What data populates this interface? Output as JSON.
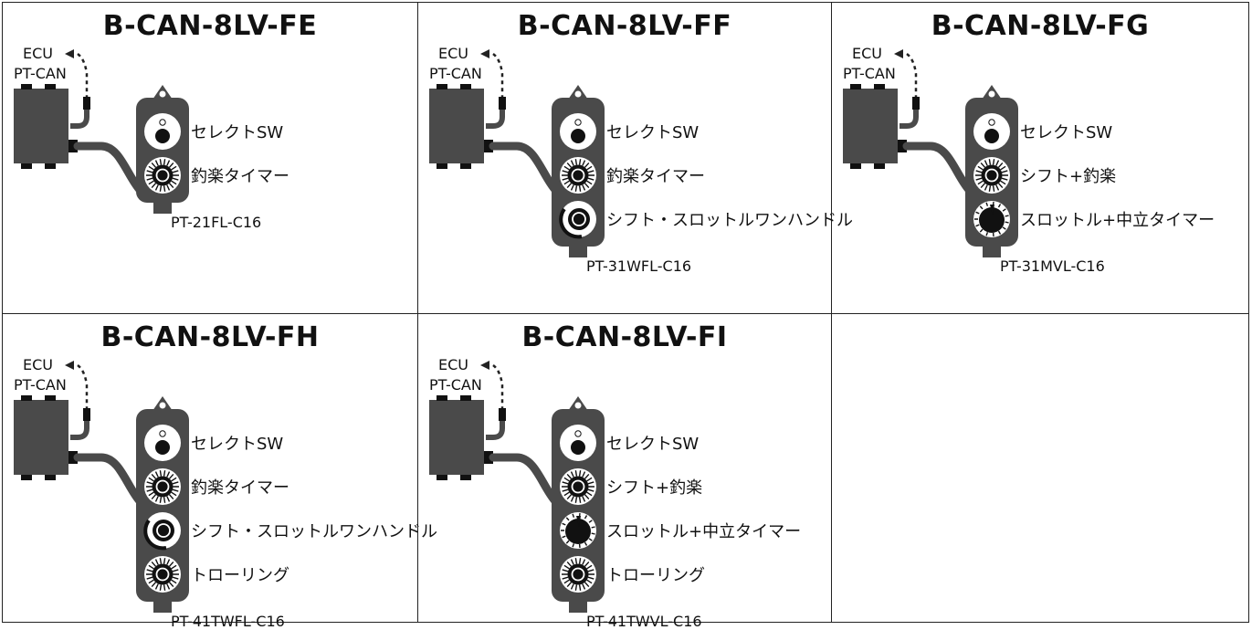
{
  "cells": [
    {
      "title": "B-CAN-8LV-FE",
      "ecu_label": "ECU",
      "ptcan_label": "PT-CAN",
      "model": "PT-21FL-C16",
      "controls": [
        {
          "label": "セレクトSW",
          "knob": "select"
        },
        {
          "label": "釣楽タイマー",
          "knob": "dial"
        }
      ]
    },
    {
      "title": "B-CAN-8LV-FF",
      "ecu_label": "ECU",
      "ptcan_label": "PT-CAN",
      "model": "PT-31WFL-C16",
      "controls": [
        {
          "label": "セレクトSW",
          "knob": "select"
        },
        {
          "label": "釣楽タイマー",
          "knob": "dial"
        },
        {
          "label": "シフト・スロットルワンハンドル",
          "knob": "lever"
        }
      ]
    },
    {
      "title": "B-CAN-8LV-FG",
      "ecu_label": "ECU",
      "ptcan_label": "PT-CAN",
      "model": "PT-31MVL-C16",
      "controls": [
        {
          "label": "セレクトSW",
          "knob": "select"
        },
        {
          "label": "シフト+釣楽",
          "knob": "dial"
        },
        {
          "label": "スロットル+中立タイマー",
          "knob": "throttle"
        }
      ]
    },
    {
      "title": "B-CAN-8LV-FH",
      "ecu_label": "ECU",
      "ptcan_label": "PT-CAN",
      "model": "PT-41TWFL-C16",
      "controls": [
        {
          "label": "セレクトSW",
          "knob": "select"
        },
        {
          "label": "釣楽タイマー",
          "knob": "dial"
        },
        {
          "label": "シフト・スロットルワンハンドル",
          "knob": "lever"
        },
        {
          "label": "トローリング",
          "knob": "dial"
        }
      ]
    },
    {
      "title": "B-CAN-8LV-FI",
      "ecu_label": "ECU",
      "ptcan_label": "PT-CAN",
      "model": "PT-41TWVL-C16",
      "controls": [
        {
          "label": "セレクトSW",
          "knob": "select"
        },
        {
          "label": "シフト+釣楽",
          "knob": "dial"
        },
        {
          "label": "スロットル+中立タイマー",
          "knob": "throttle"
        },
        {
          "label": "トローリング",
          "knob": "dial"
        }
      ]
    }
  ],
  "colors": {
    "remote_body": "#4a4a4a",
    "knob_face": "#ffffff",
    "knob_black": "#111111",
    "line": "#222222"
  }
}
